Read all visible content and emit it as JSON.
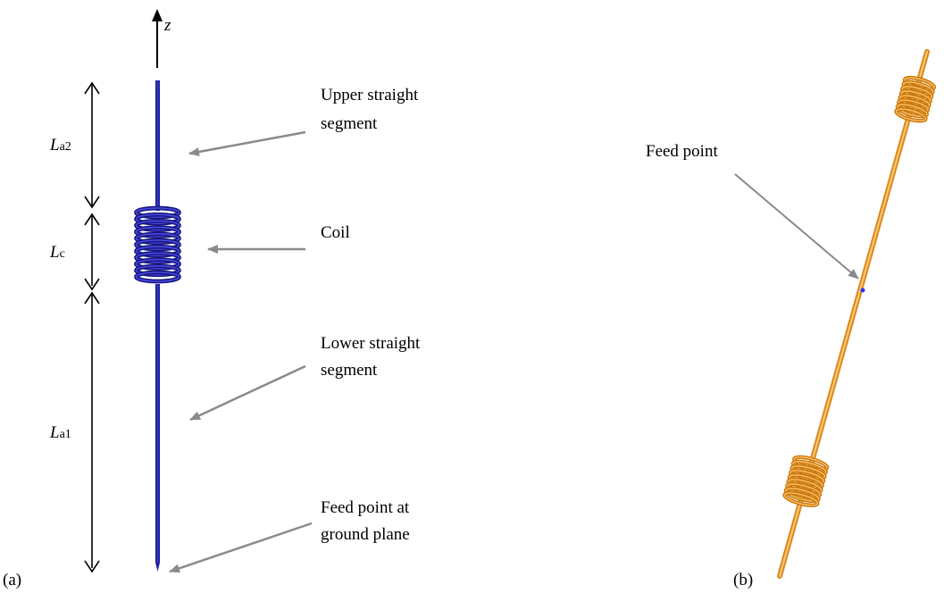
{
  "panel_a": {
    "panel_label": "(a)",
    "axis_label": "z",
    "dimensions": {
      "la2": {
        "symbol": "L",
        "subscript": "a2"
      },
      "lc": {
        "symbol": "L",
        "subscript": "c"
      },
      "la1": {
        "symbol": "L",
        "subscript": "a1"
      }
    },
    "annotations": {
      "upper_line1": "Upper straight",
      "upper_line2": "segment",
      "coil": "Coil",
      "lower_line1": "Lower straight",
      "lower_line2": "segment",
      "feed_line1": "Feed point at",
      "feed_line2": "ground plane"
    },
    "colors": {
      "antenna": "#1f1fa8",
      "antenna_light": "#4a4ae0",
      "arrow": "#8a8a8a"
    }
  },
  "panel_b": {
    "panel_label": "(b)",
    "feed_label": "Feed point",
    "colors": {
      "antenna": "#f0a030",
      "antenna_dark": "#c87810",
      "feed_marker": "#3030ff"
    }
  }
}
